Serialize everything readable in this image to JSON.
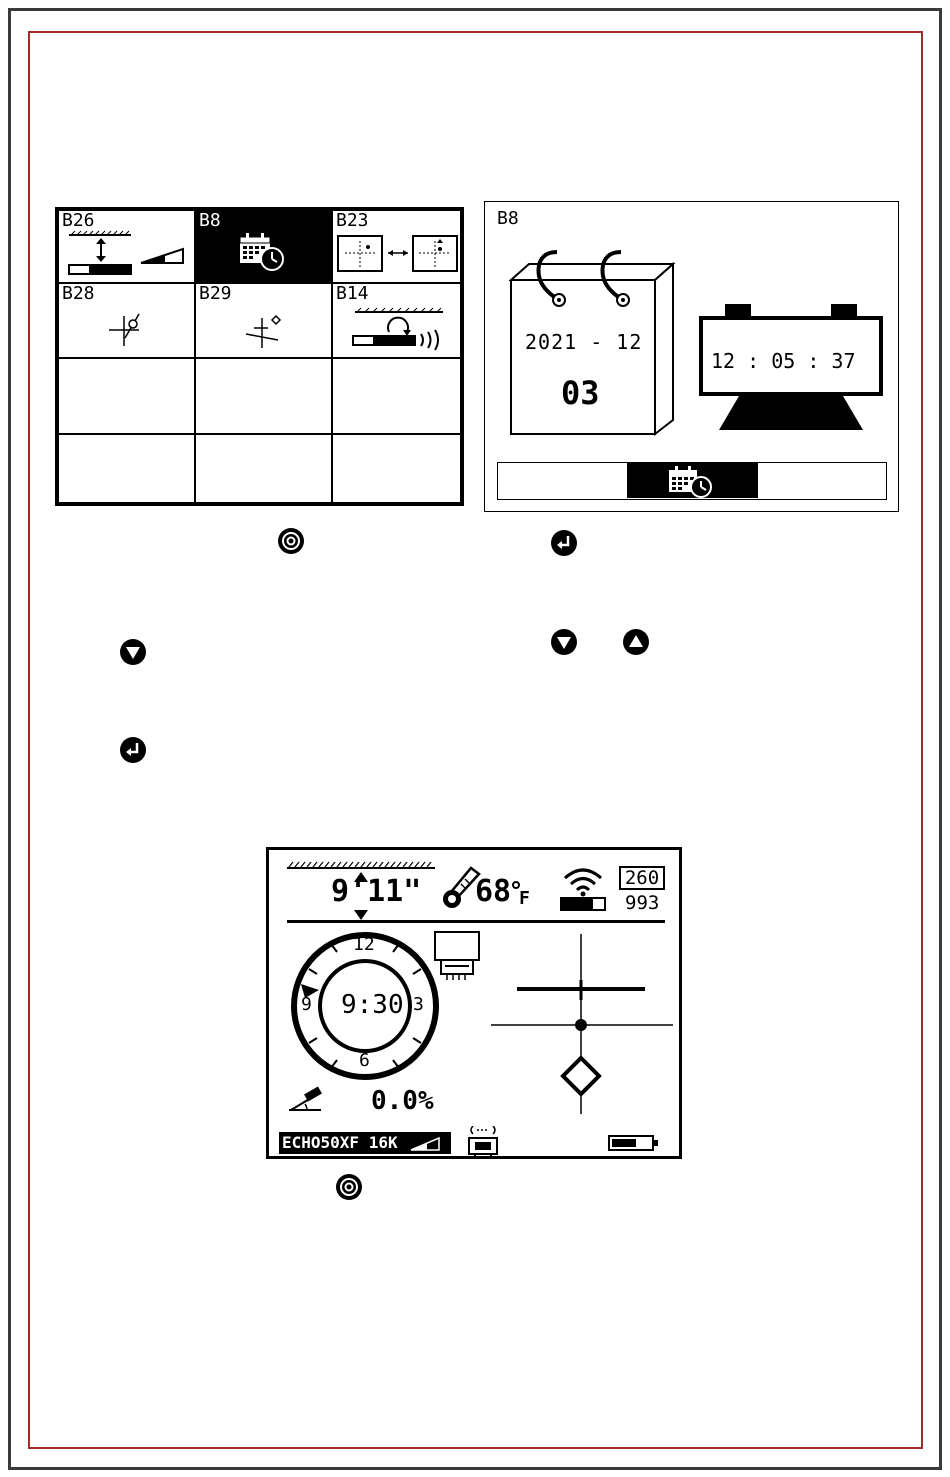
{
  "menu_grid": {
    "cells": [
      {
        "label": "B26"
      },
      {
        "label": "B8"
      },
      {
        "label": "B23"
      },
      {
        "label": "B28"
      },
      {
        "label": "B29"
      },
      {
        "label": "B14"
      },
      {
        "label": ""
      },
      {
        "label": ""
      },
      {
        "label": ""
      },
      {
        "label": ""
      },
      {
        "label": ""
      },
      {
        "label": ""
      }
    ],
    "selected_index": 1
  },
  "b8_screen": {
    "title": "B8",
    "calendar": {
      "year_month": "2021 - 12",
      "day": "03"
    },
    "clock": {
      "time": "12 : 05 : 37"
    }
  },
  "buttons": {
    "settings": "settings-icon",
    "enter": "enter-icon",
    "down": "down-arrow-icon",
    "up": "up-arrow-icon"
  },
  "lcd": {
    "depth": "9'11\"",
    "temperature": "68",
    "temperature_unit": "F",
    "boxed_value": "260",
    "value_below": "993",
    "clock_position": "9:30",
    "dial_numbers": {
      "top": "12",
      "right": "3",
      "bottom": "6",
      "left": "9"
    },
    "pitch": "0.0%",
    "status_bar": "ECHO50XF 16K"
  },
  "colors": {
    "page_border": "#3a3a3a",
    "inner_border": "#a32a2a",
    "lcd_ink": "#000000"
  }
}
